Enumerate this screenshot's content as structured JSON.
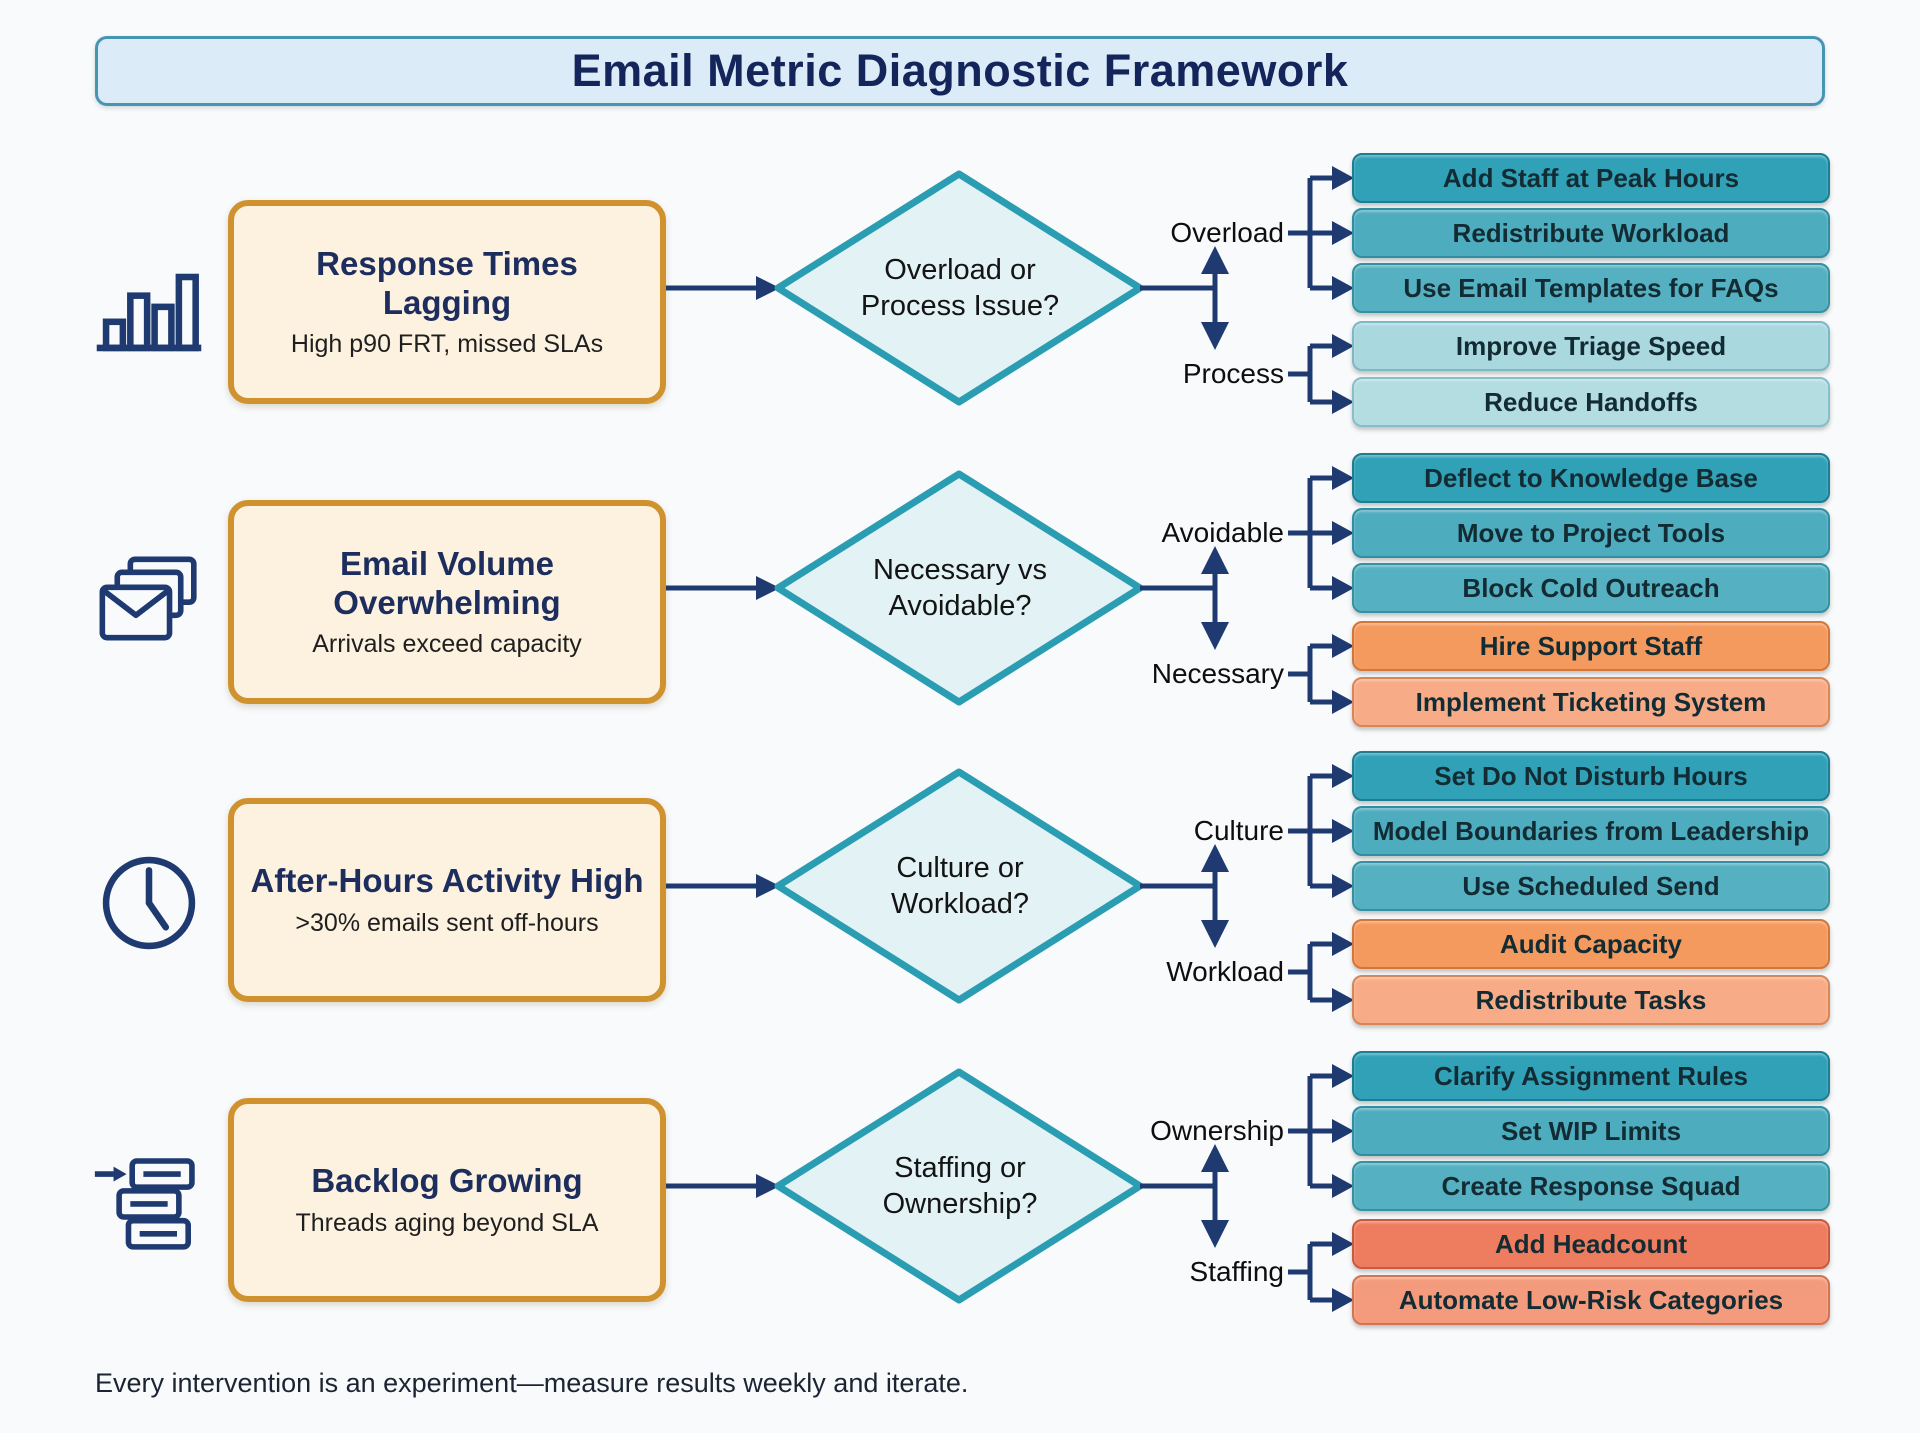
{
  "title": "Email Metric Diagnostic Framework",
  "footer": "Every intervention is an experiment—measure results weekly and iterate.",
  "colors": {
    "arrow_navy": "#1e3a70",
    "diamond_teal_border": "#2b9db2",
    "diamond_fill": "#e2f2f5",
    "problem_box_border": "#d0922f",
    "problem_box_fill": "#fcf2df",
    "title_bar_fill": "#dcebf8",
    "title_bar_border": "#4795b3",
    "pill_teal_dark": "#30a1b7",
    "pill_teal_mid": "#4eacbf",
    "pill_teal_light": "#a9d8df",
    "pill_orange": "#f59a5e",
    "pill_salmon": "#f7ac87",
    "pill_coral": "#ee7c5f"
  },
  "rows": [
    {
      "icon": "bar-chart",
      "problem": {
        "title": "Response Times Lagging",
        "subtitle": "High p90 FRT, missed SLAs"
      },
      "decision": "Overload or Process Issue?",
      "branches": [
        {
          "label": "Overload",
          "actions": [
            "Add Staff at Peak Hours",
            "Redistribute Workload",
            "Use Email Templates for FAQs"
          ]
        },
        {
          "label": "Process",
          "actions": [
            "Improve Triage Speed",
            "Reduce Handoffs"
          ]
        }
      ]
    },
    {
      "icon": "stacked-envelopes",
      "problem": {
        "title": "Email Volume Overwhelming",
        "subtitle": "Arrivals exceed capacity"
      },
      "decision": "Necessary vs Avoidable?",
      "branches": [
        {
          "label": "Avoidable",
          "actions": [
            "Deflect to Knowledge Base",
            "Move to Project Tools",
            "Block Cold Outreach"
          ]
        },
        {
          "label": "Necessary",
          "actions": [
            "Hire Support Staff",
            "Implement Ticketing System"
          ]
        }
      ]
    },
    {
      "icon": "clock",
      "problem": {
        "title": "After-Hours Activity High",
        "subtitle": ">30% emails sent off-hours"
      },
      "decision": "Culture or Workload?",
      "branches": [
        {
          "label": "Culture",
          "actions": [
            "Set Do Not Disturb Hours",
            "Model Boundaries from Leadership",
            "Use Scheduled Send"
          ]
        },
        {
          "label": "Workload",
          "actions": [
            "Audit Capacity",
            "Redistribute Tasks"
          ]
        }
      ]
    },
    {
      "icon": "backlog-stack",
      "problem": {
        "title": "Backlog Growing",
        "subtitle": "Threads aging beyond SLA"
      },
      "decision": "Staffing or Ownership?",
      "branches": [
        {
          "label": "Ownership",
          "actions": [
            "Clarify Assignment Rules",
            "Set WIP Limits",
            "Create Response Squad"
          ]
        },
        {
          "label": "Staffing",
          "actions": [
            "Add Headcount",
            "Automate Low-Risk Categories"
          ]
        }
      ]
    }
  ]
}
